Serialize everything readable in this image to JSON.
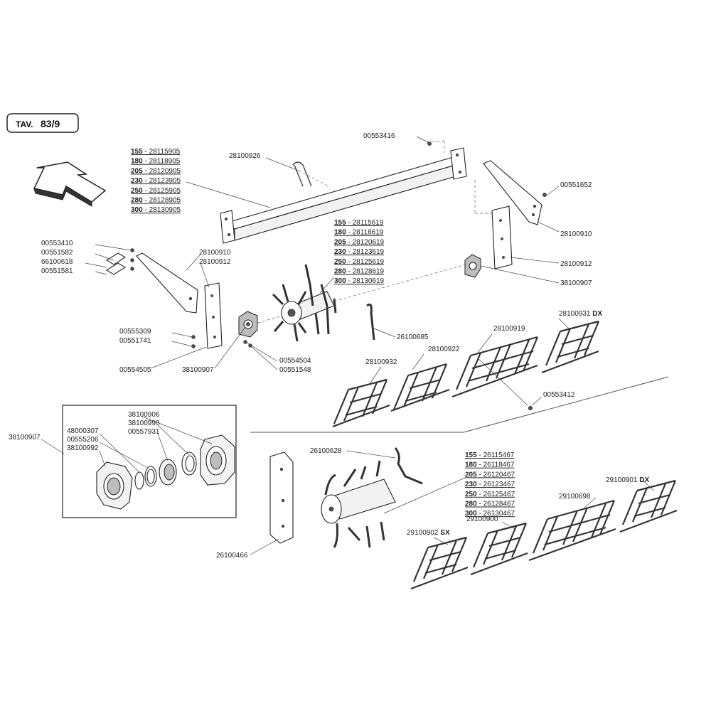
{
  "plate": {
    "prefix": "TAV.",
    "number": "83/9"
  },
  "labels": {
    "l_00553416": "00553416",
    "l_28100926": "28100926",
    "l_00551652": "00551652",
    "l_28100910_r": "28100910",
    "l_00553410": "00553410",
    "l_00551582": "00551582",
    "l_66100618": "66100618",
    "l_00551581": "00551581",
    "l_28100910_l": "28100910",
    "l_28100912_l": "28100912",
    "l_28100912_r": "28100912",
    "l_38100907_r": "38100907",
    "l_00555309": "00555309",
    "l_00551741": "00551741",
    "l_00554505": "00554505",
    "l_38100907_c": "38100907",
    "l_00554504": "00554504",
    "l_00551548": "00551548",
    "l_26100685": "26100685",
    "l_28100931": "28100931",
    "l_28100931_dx": "DX",
    "l_28100919": "28100919",
    "l_28100922": "28100922",
    "l_28100932": "28100932",
    "l_00553412": "00553412",
    "l_38100907_box": "38100907",
    "l_38100906": "38100906",
    "l_48000307": "48000307",
    "l_38100990": "38100990",
    "l_00555206": "00555206",
    "l_00557931": "00557931",
    "l_38100992": "38100992",
    "l_26100628": "26100628",
    "l_26100466": "26100466",
    "l_29100901": "29100901",
    "l_29100901_dx": "DX",
    "l_29100698": "29100698",
    "l_29100900": "29100900",
    "l_29100902": "29100902",
    "l_29100902_sx": "SX"
  },
  "tables": {
    "beam": [
      {
        "size": "155",
        "code": "28115905"
      },
      {
        "size": "180",
        "code": "28118905"
      },
      {
        "size": "205",
        "code": "28120905"
      },
      {
        "size": "230",
        "code": "28123905"
      },
      {
        "size": "250",
        "code": "28125905"
      },
      {
        "size": "280",
        "code": "28128905"
      },
      {
        "size": "300",
        "code": "28130905"
      }
    ],
    "rotor": [
      {
        "size": "155",
        "code": "28115619"
      },
      {
        "size": "180",
        "code": "28118619"
      },
      {
        "size": "205",
        "code": "28120619"
      },
      {
        "size": "230",
        "code": "28123619"
      },
      {
        "size": "250",
        "code": "28125619"
      },
      {
        "size": "280",
        "code": "28128619"
      },
      {
        "size": "300",
        "code": "28130619"
      }
    ],
    "rotor2": [
      {
        "size": "155",
        "code": "26115467"
      },
      {
        "size": "180",
        "code": "26118467"
      },
      {
        "size": "205",
        "code": "26120467"
      },
      {
        "size": "230",
        "code": "26123467"
      },
      {
        "size": "250",
        "code": "26125467"
      },
      {
        "size": "280",
        "code": "26128467"
      },
      {
        "size": "300",
        "code": "26130467"
      }
    ]
  },
  "colors": {
    "ink": "#222222",
    "paper": "#ffffff",
    "shade": "#bdbdbd"
  }
}
